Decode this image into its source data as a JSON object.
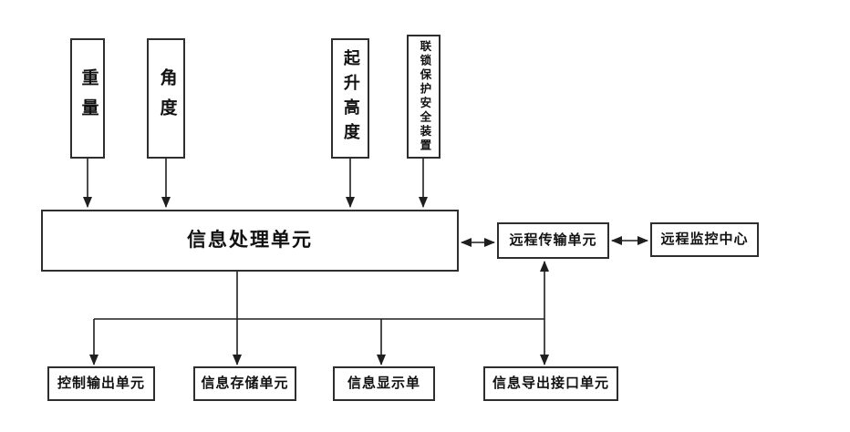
{
  "diagram": {
    "title": "crane-monitoring-system-block-diagram",
    "nodes": {
      "weight": {
        "label": "重量"
      },
      "angle": {
        "label": "角度"
      },
      "lift_height": {
        "label": "起升高度"
      },
      "interlock": {
        "label": "联锁保护安全装置"
      },
      "processing": {
        "label": "信息处理单元"
      },
      "transmission": {
        "label": "远程传输单元"
      },
      "monitoring": {
        "label": "远程监控中心"
      },
      "control_output": {
        "label": "控制输出单元"
      },
      "storage": {
        "label": "信息存储单元"
      },
      "display": {
        "label": "信息显示单"
      },
      "export_interface": {
        "label": "信息导出接口单元"
      }
    },
    "colors": {
      "background": "#ffffff",
      "line": "#1f1f1f",
      "border": "#2e2e2e",
      "text": "#111111"
    }
  }
}
